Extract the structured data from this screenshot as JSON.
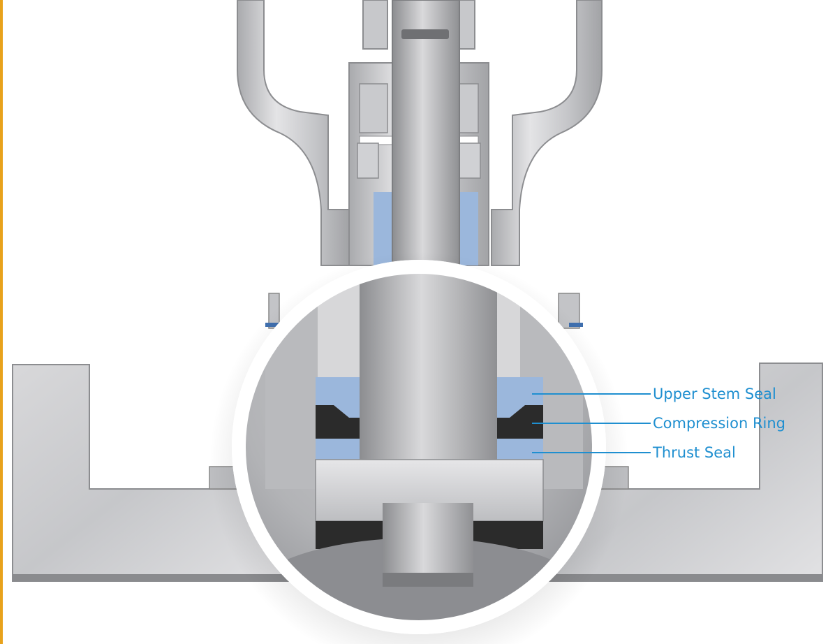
{
  "callouts": [
    {
      "label": "Upper Stem Seal"
    },
    {
      "label": "Compression Ring"
    },
    {
      "label": "Thrust Seal"
    }
  ],
  "colors": {
    "seal_blue": "#9bb7dc",
    "compression_black": "#2b2b2b",
    "callout_line": "#1f8fd0",
    "metal_light": "#d4d4d6",
    "metal_mid": "#b7b8bb",
    "left_edge_accent": "#e8a21c"
  }
}
